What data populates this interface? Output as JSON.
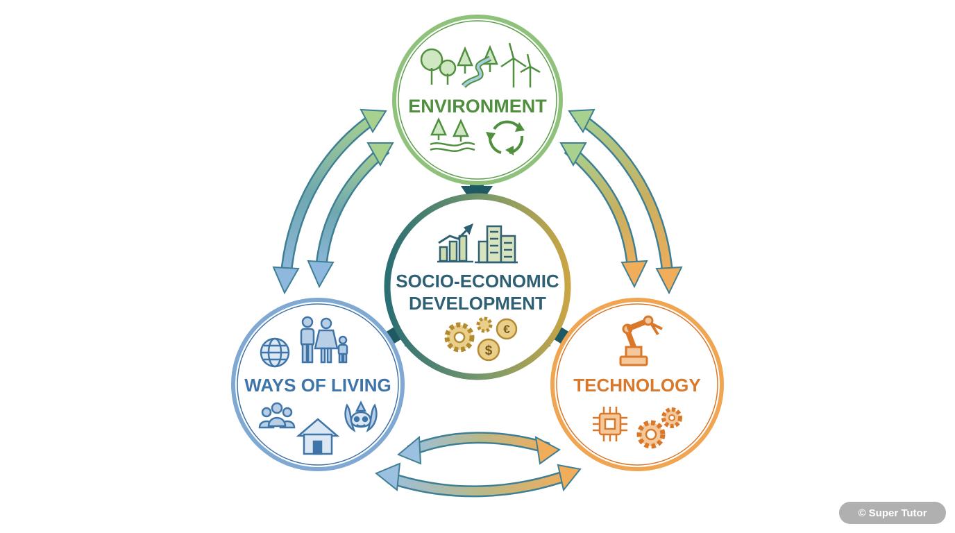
{
  "nodes": {
    "environment": {
      "label": "ENVIRONMENT"
    },
    "center": {
      "label_line1": "SOCIO-ECONOMIC",
      "label_line2": "DEVELOPMENT"
    },
    "ways_of_living": {
      "label": "WAYS OF LIVING"
    },
    "technology": {
      "label": "TECHNOLOGY"
    }
  },
  "currency_symbols": {
    "dollar": "$",
    "euro": "€"
  },
  "watermark": {
    "text": "© Super Tutor"
  },
  "colors": {
    "environment": "#5e9f4c",
    "environment_ring": "#8ec27a",
    "ways_of_living": "#3e74a8",
    "ways_ring": "#7fa8d3",
    "technology": "#d9782a",
    "technology_ring": "#f0a552",
    "center_text": "#2e5f73",
    "center_ring_start": "#2b6e74",
    "center_ring_end": "#c9a544",
    "arrow_dark": "#1f5a64"
  },
  "icons": [
    "trees-icon",
    "river-icon",
    "wind-turbine-icon",
    "forest-water-icon",
    "recycle-icon",
    "growth-chart-icon",
    "buildings-icon",
    "gears-icon",
    "dollar-coin-icon",
    "euro-coin-icon",
    "globe-icon",
    "family-icon",
    "group-icon",
    "house-icon",
    "culture-mask-icon",
    "robot-arm-icon",
    "microchip-icon",
    "cogs-icon"
  ]
}
